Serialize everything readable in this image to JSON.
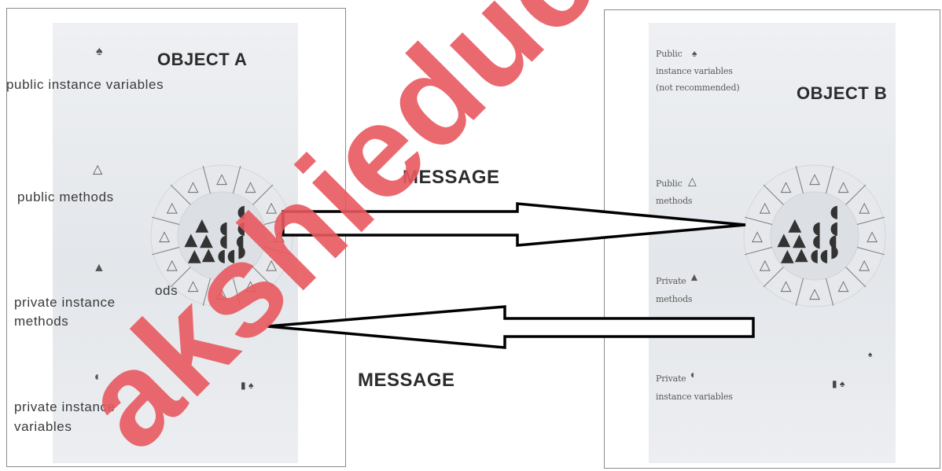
{
  "object_a": {
    "title": "OBJECT A",
    "labels": {
      "public_vars": "public instance variables",
      "public_methods": "public methods",
      "private_methods_line1": "private instance",
      "private_methods_line2": "methods",
      "private_vars_line1": "private instance",
      "private_vars_line2": "variables",
      "partial_text": "ods"
    }
  },
  "object_b": {
    "title": "OBJECT B",
    "legend": {
      "public_vars_line1": "Public",
      "public_vars_line2": "instance variables",
      "public_vars_line3": "(not recommended)",
      "public_methods_line1": "Public",
      "public_methods_line2": "methods",
      "private_methods_line1": "Private",
      "private_methods_line2": "methods",
      "private_vars_line1": "Private",
      "private_vars_line2": "instance variables"
    }
  },
  "arrows": {
    "top_message": "MESSAGE",
    "bottom_message": "MESSAGE"
  },
  "watermark": {
    "text": "akshieduca",
    "color": "#e8595f"
  },
  "colors": {
    "frame_border": "#8a8a8a",
    "arrow_stroke": "#000000",
    "text": "#2b2b2b"
  }
}
